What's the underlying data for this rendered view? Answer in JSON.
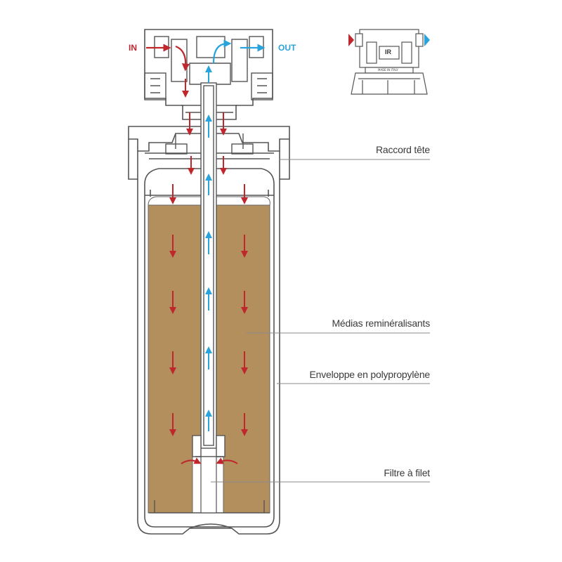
{
  "flow": {
    "in_label": "IN",
    "out_label": "OUT",
    "in_color": "#c0272d",
    "out_color": "#29a3db"
  },
  "callouts": {
    "head_fitting": "Raccord tête",
    "media": "Médias reminéralisants",
    "housing": "Enveloppe en polypropylène",
    "mesh_filter": "Filtre à filet"
  },
  "inset": {
    "brand": "IR",
    "made_in": "MADE IN ITALY"
  },
  "colors": {
    "media_fill": "#b48f5e",
    "outline": "#555555",
    "callout_line": "#8a8a8a"
  },
  "icons": [
    "inlet-arrow-icon",
    "outlet-arrow-icon",
    "flow-down-arrow-icon",
    "flow-up-arrow-icon"
  ]
}
